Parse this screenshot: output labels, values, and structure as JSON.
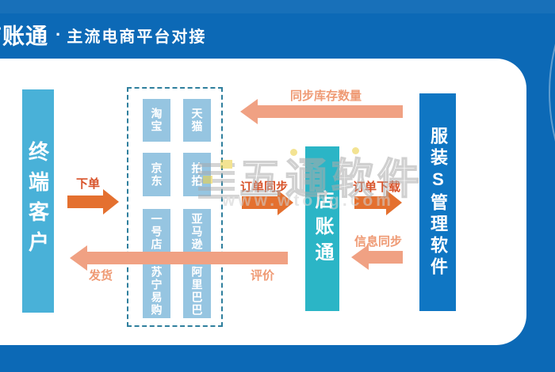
{
  "header": {
    "brand": "店账通",
    "separator": "·",
    "subtitle": "主流电商平台对接"
  },
  "actors": {
    "customer": "终端客户",
    "hub": "店账通",
    "erp": "服装S管理软件"
  },
  "platforms": [
    "淘宝",
    "天猫",
    "京东",
    "拍拍",
    "一号店",
    "亚马逊",
    "苏宁易购",
    "阿里巴巴"
  ],
  "flows": {
    "place_order": "下单",
    "ship": "发货",
    "review": "评价",
    "sync_inventory": "同步库存数量",
    "order_sync": "订单同步",
    "order_download": "订单下载",
    "info_sync": "信息同步"
  },
  "watermark": {
    "brand": "五通软件",
    "url": "www.wtong.com"
  },
  "colors": {
    "background": "#0c69b6",
    "card": "#ffffff",
    "customer_bar": "#49b1d8",
    "hub_bar": "#2bb5c6",
    "erp_bar": "#0f76c3",
    "platform_box": "#96c5e1",
    "arrow_strong": "#e4702f",
    "arrow_soft": "#f0a183",
    "label_strong": "#d8532a",
    "label_soft": "#ef9a74",
    "dashed_border": "#2f7f9d"
  }
}
